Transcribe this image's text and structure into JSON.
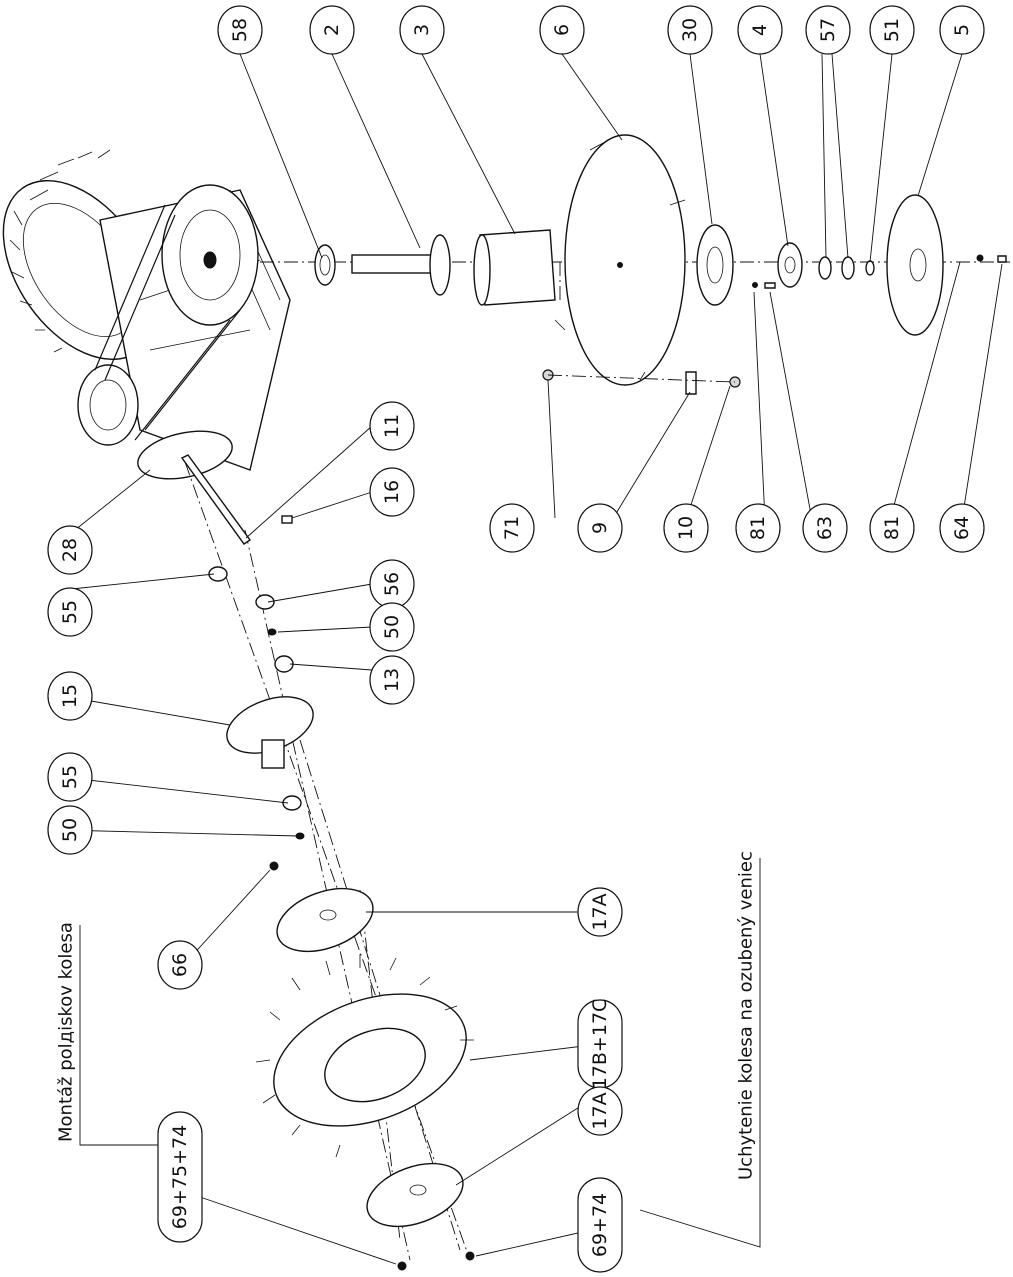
{
  "captions": {
    "wheel_disc_assembly": "Montáž polдiskov kolesa",
    "wheel_ring_mount": "Uchytenie kolesa na ozubený veniec"
  },
  "callouts": {
    "c58": "58",
    "c2": "2",
    "c3": "3",
    "c6": "6",
    "c30": "30",
    "c4": "4",
    "c57": "57",
    "c51": "51",
    "c5": "5",
    "c11": "11",
    "c16": "16",
    "c28": "28",
    "c56": "56",
    "c55a": "55",
    "c50a": "50",
    "c13": "13",
    "c15": "15",
    "c55b": "55",
    "c50b": "50",
    "c66": "66",
    "c17A_top": "17A",
    "c17BC": "17B+17C",
    "c17A_bot": "17A",
    "c69_75_74": "69+75+74",
    "c69_74": "69+74",
    "c71": "71",
    "c9": "9",
    "c10": "10",
    "c81a": "81",
    "c63": "63",
    "c81b": "81",
    "c64": "64"
  }
}
